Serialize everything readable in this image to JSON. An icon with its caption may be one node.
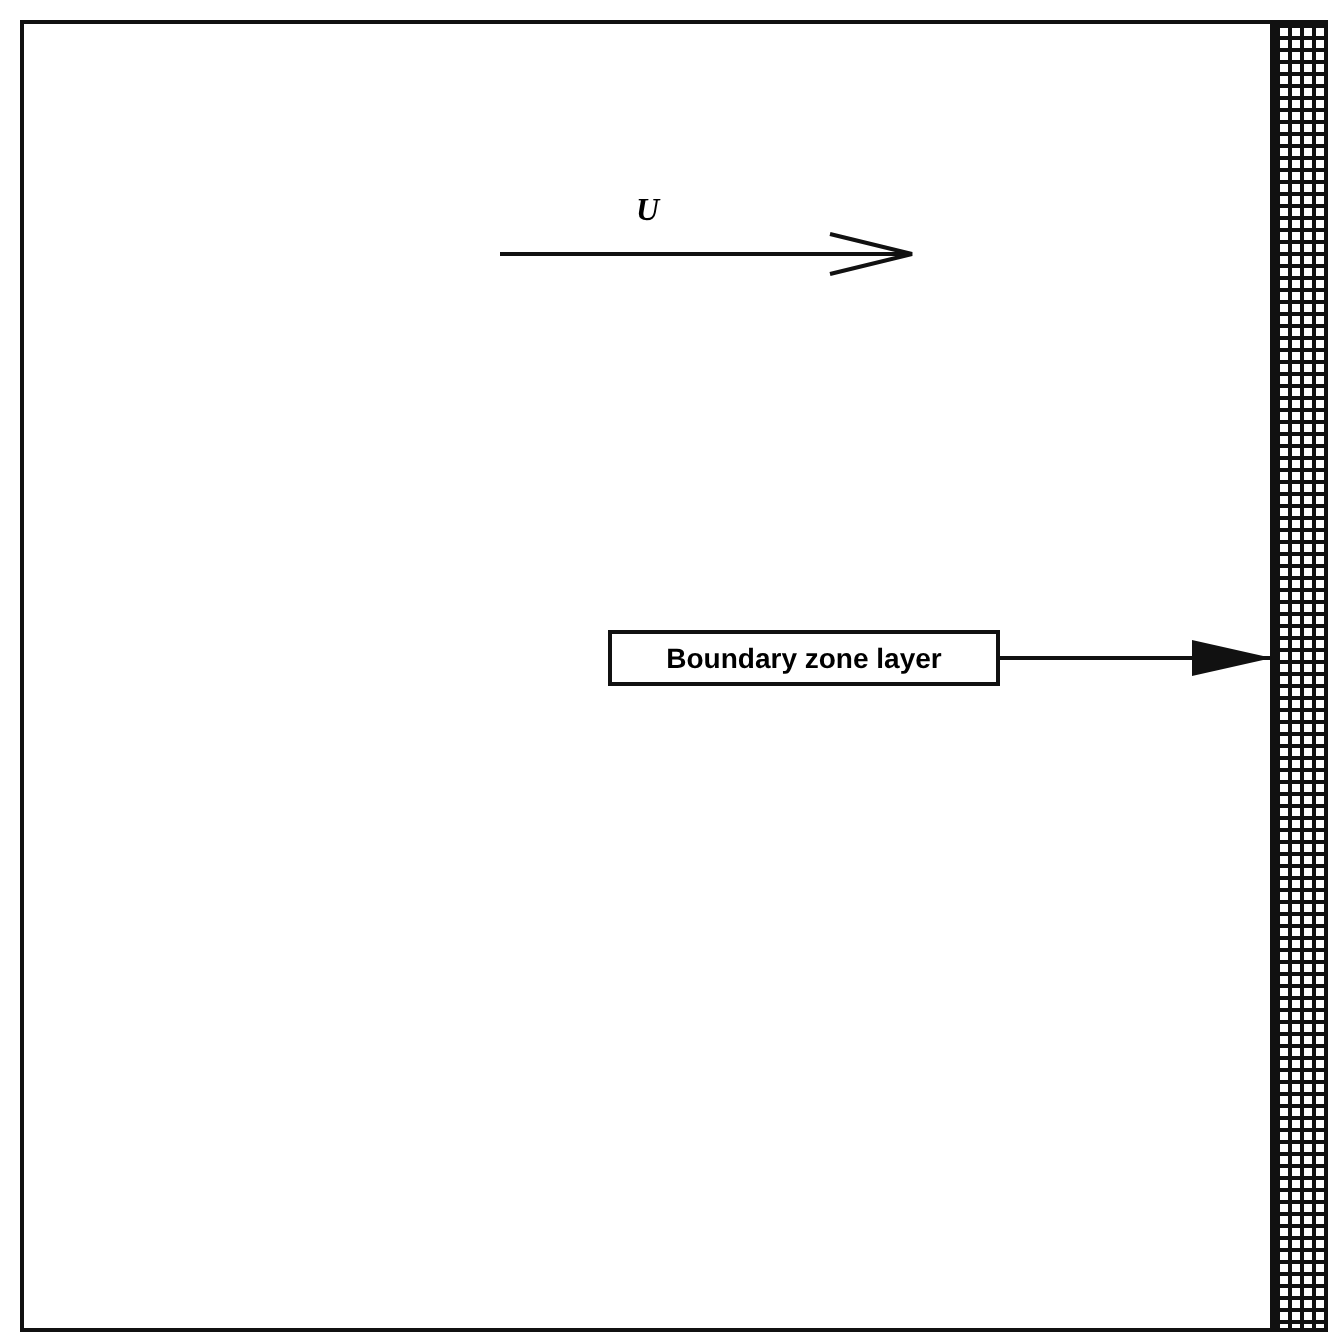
{
  "diagram": {
    "nodes": [
      {
        "text": [],
        "shape": "box"
      },
      {
        "text": [
          "Boundary zone layer"
        ],
        "in": 0
      },
      {
        "text": [],
        "shape": "bar"
      }
    ],
    "edges": [
      {
        "from": 1,
        "to": 2,
        "arrow": "to"
      }
    ],
    "labels": [
      "U"
    ]
  }
}
